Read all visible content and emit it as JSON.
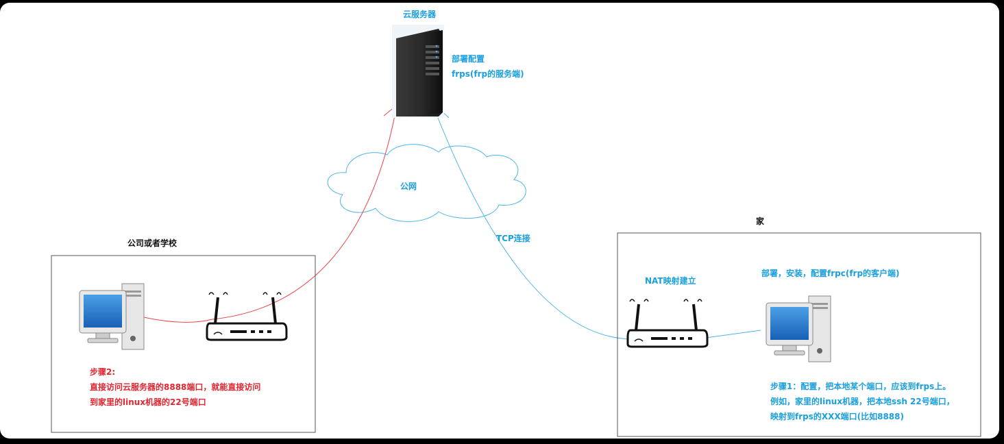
{
  "nodes": {
    "cloud_server": {
      "title": "云服务器",
      "note_line1": "部署配置",
      "note_line2": "frps(frp的服务端)"
    },
    "internet": {
      "label": "公网"
    },
    "tcp": {
      "label": "TCP连接"
    },
    "office": {
      "title": "公司或者学校"
    },
    "home": {
      "title": "家",
      "nat_label": "NAT映射建立",
      "install_note": "部署，安装，配置frpc(frp的客户端)"
    }
  },
  "steps": {
    "step2": {
      "title": "步骤2:",
      "line1": "直接访问云服务器的8888端口，就能直接访问",
      "line2": "到家里的linux机器的22号端口"
    },
    "step1": {
      "line1": "步骤1：配置，把本地某个端口，应该到frps上。",
      "line2": "例如，家里的linux机器，把本地ssh 22号端口，",
      "line3": "映射到frps的XXX端口(比如8888)"
    }
  },
  "colors": {
    "blue_text": "#1a9fde",
    "red_text": "#e2262f",
    "red_link": "#e8434a",
    "blue_link": "#4cb6e6"
  },
  "icons": [
    "server-icon",
    "cloud-icon",
    "desktop-computer-icon",
    "wifi-router-icon"
  ]
}
